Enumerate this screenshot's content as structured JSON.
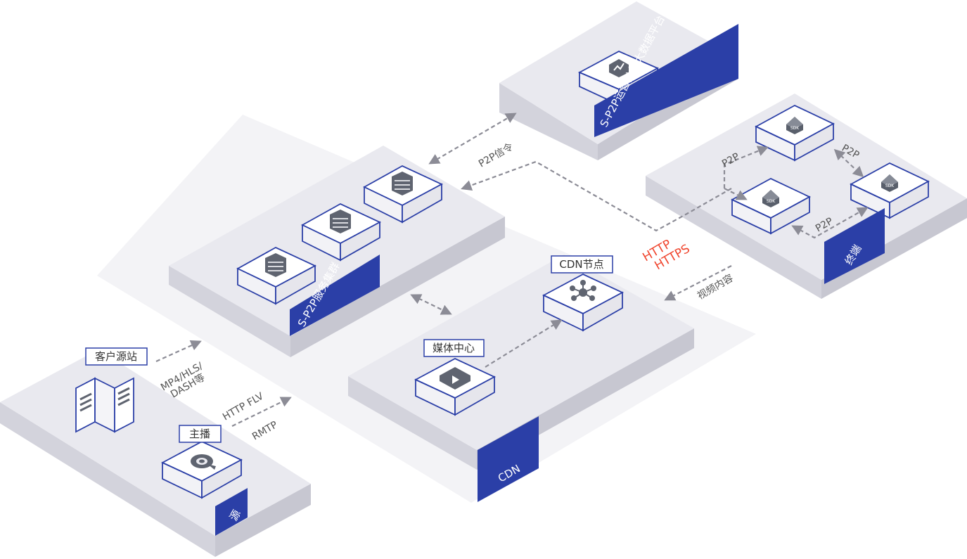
{
  "platforms": {
    "bigdata": "S-P2P运营分析大数据平台",
    "cluster": "S-P2P服务集群",
    "terminal": "终端",
    "cdn": "CDN",
    "source": "源"
  },
  "nodes": {
    "cdn_node": "CDN节点",
    "media_center": "媒体中心",
    "customer_origin": "客户源站",
    "streamer": "主播"
  },
  "flows": {
    "p2p_signaling": "P2P信令",
    "p2p_top": "P2P",
    "p2p_right": "P2P",
    "p2p_bottom": "P2P",
    "http": "HTTP",
    "https": "HTTPS",
    "video_content": "视频内容",
    "mp4_formats": "MP4/HLS/",
    "dash": "DASH等",
    "http_flv": "HTTP FLV",
    "rmtp": "RMTP"
  },
  "icons": {
    "sdk_label": "SDK"
  },
  "colors": {
    "accent": "#2b3fa7",
    "platform_top": "#e9e9ef",
    "platform_left": "#d3d3dc",
    "platform_right": "#c7c7d1",
    "dashed": "#8c8c96",
    "highlight": "#f0442c"
  }
}
